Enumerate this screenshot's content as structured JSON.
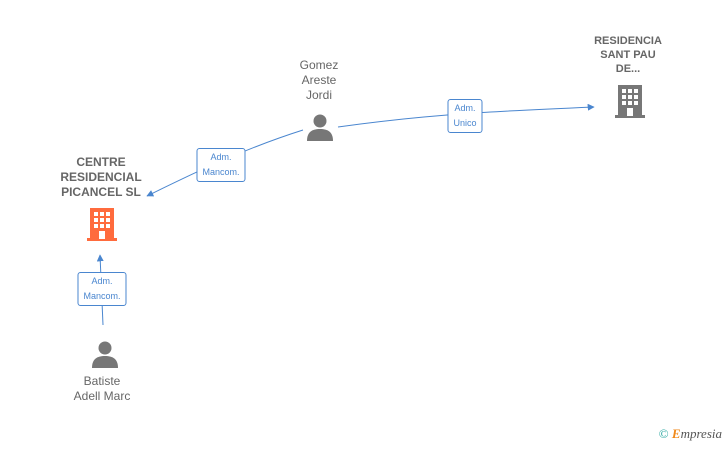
{
  "nodes": {
    "centre": {
      "lines": [
        "CENTRE",
        "RESIDENCIAL",
        "PICANCEL  SL"
      ],
      "color": "#ff6b3d"
    },
    "residencia": {
      "lines": [
        "RESIDENCIA",
        "SANT PAU",
        "DE..."
      ],
      "color": "#777777"
    },
    "gomez": {
      "lines": [
        "Gomez",
        "Areste",
        "Jordi"
      ],
      "color": "#777777"
    },
    "batiste": {
      "lines": [
        "Batiste",
        "Adell Marc"
      ],
      "color": "#777777"
    }
  },
  "edges": {
    "gomez_centre": [
      "Adm.",
      "Mancom."
    ],
    "gomez_residencia": [
      "Adm.",
      "Unico"
    ],
    "batiste_centre": [
      "Adm.",
      "Mancom."
    ]
  },
  "footer": {
    "copyright": "©",
    "brand_initial": "E",
    "brand_rest": "mpresia"
  },
  "colors": {
    "edge": "#4a86cf",
    "person": "#777777",
    "company_active": "#ff6b3d",
    "company_other": "#777777"
  }
}
